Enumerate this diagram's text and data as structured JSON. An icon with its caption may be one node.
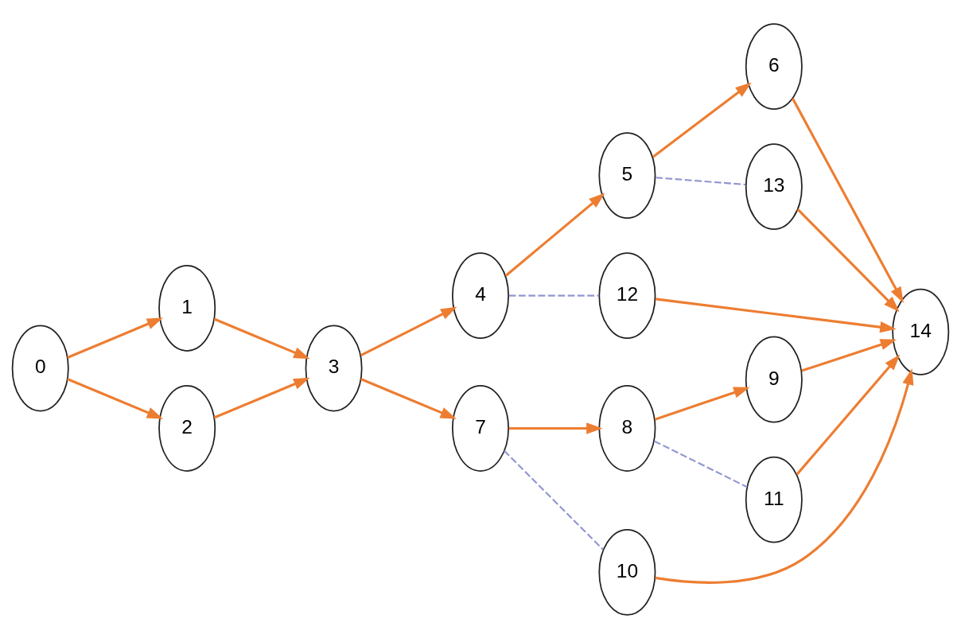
{
  "diagram": {
    "nodes": [
      {
        "text": [
          "0"
        ]
      },
      {
        "text": [
          "1"
        ]
      },
      {
        "text": [
          "2"
        ]
      },
      {
        "text": [
          "3"
        ]
      },
      {
        "text": [
          "4"
        ]
      },
      {
        "text": [
          "5"
        ]
      },
      {
        "text": [
          "6"
        ]
      },
      {
        "text": [
          "7"
        ]
      },
      {
        "text": [
          "8"
        ]
      },
      {
        "text": [
          "9"
        ]
      },
      {
        "text": [
          "10"
        ]
      },
      {
        "text": [
          "11"
        ]
      },
      {
        "text": [
          "12"
        ]
      },
      {
        "text": [
          "13"
        ]
      },
      {
        "text": [
          "14"
        ]
      }
    ],
    "edges": [
      {
        "from": 0,
        "to": 1,
        "arrow": "to"
      },
      {
        "from": 0,
        "to": 2,
        "arrow": "to"
      },
      {
        "from": 1,
        "to": 3,
        "arrow": "to"
      },
      {
        "from": 2,
        "to": 3,
        "arrow": "to"
      },
      {
        "from": 3,
        "to": 4,
        "arrow": "to"
      },
      {
        "from": 3,
        "to": 7,
        "arrow": "to"
      },
      {
        "from": 4,
        "to": 5,
        "arrow": "to"
      },
      {
        "from": 5,
        "to": 6,
        "arrow": "to"
      },
      {
        "from": 7,
        "to": 8,
        "arrow": "to"
      },
      {
        "from": 8,
        "to": 9,
        "arrow": "to"
      },
      {
        "from": 4,
        "to": 12,
        "arrow": "none",
        "style": "dashed",
        "color": "#8f96d0"
      },
      {
        "from": 5,
        "to": 13,
        "arrow": "none",
        "style": "dashed",
        "color": "#8f96d0"
      },
      {
        "from": 8,
        "to": 11,
        "arrow": "none",
        "style": "dashed",
        "color": "#8f96d0"
      },
      {
        "from": 7,
        "to": 10,
        "arrow": "none",
        "style": "dashed",
        "color": "#8f96d0"
      },
      {
        "from": 12,
        "to": 14,
        "arrow": "to"
      },
      {
        "from": 13,
        "to": 14,
        "arrow": "to"
      },
      {
        "from": 6,
        "to": 14,
        "arrow": "to"
      },
      {
        "from": 9,
        "to": 14,
        "arrow": "to"
      },
      {
        "from": 11,
        "to": 14,
        "arrow": "to"
      },
      {
        "from": 10,
        "to": 14,
        "arrow": "to"
      }
    ]
  }
}
